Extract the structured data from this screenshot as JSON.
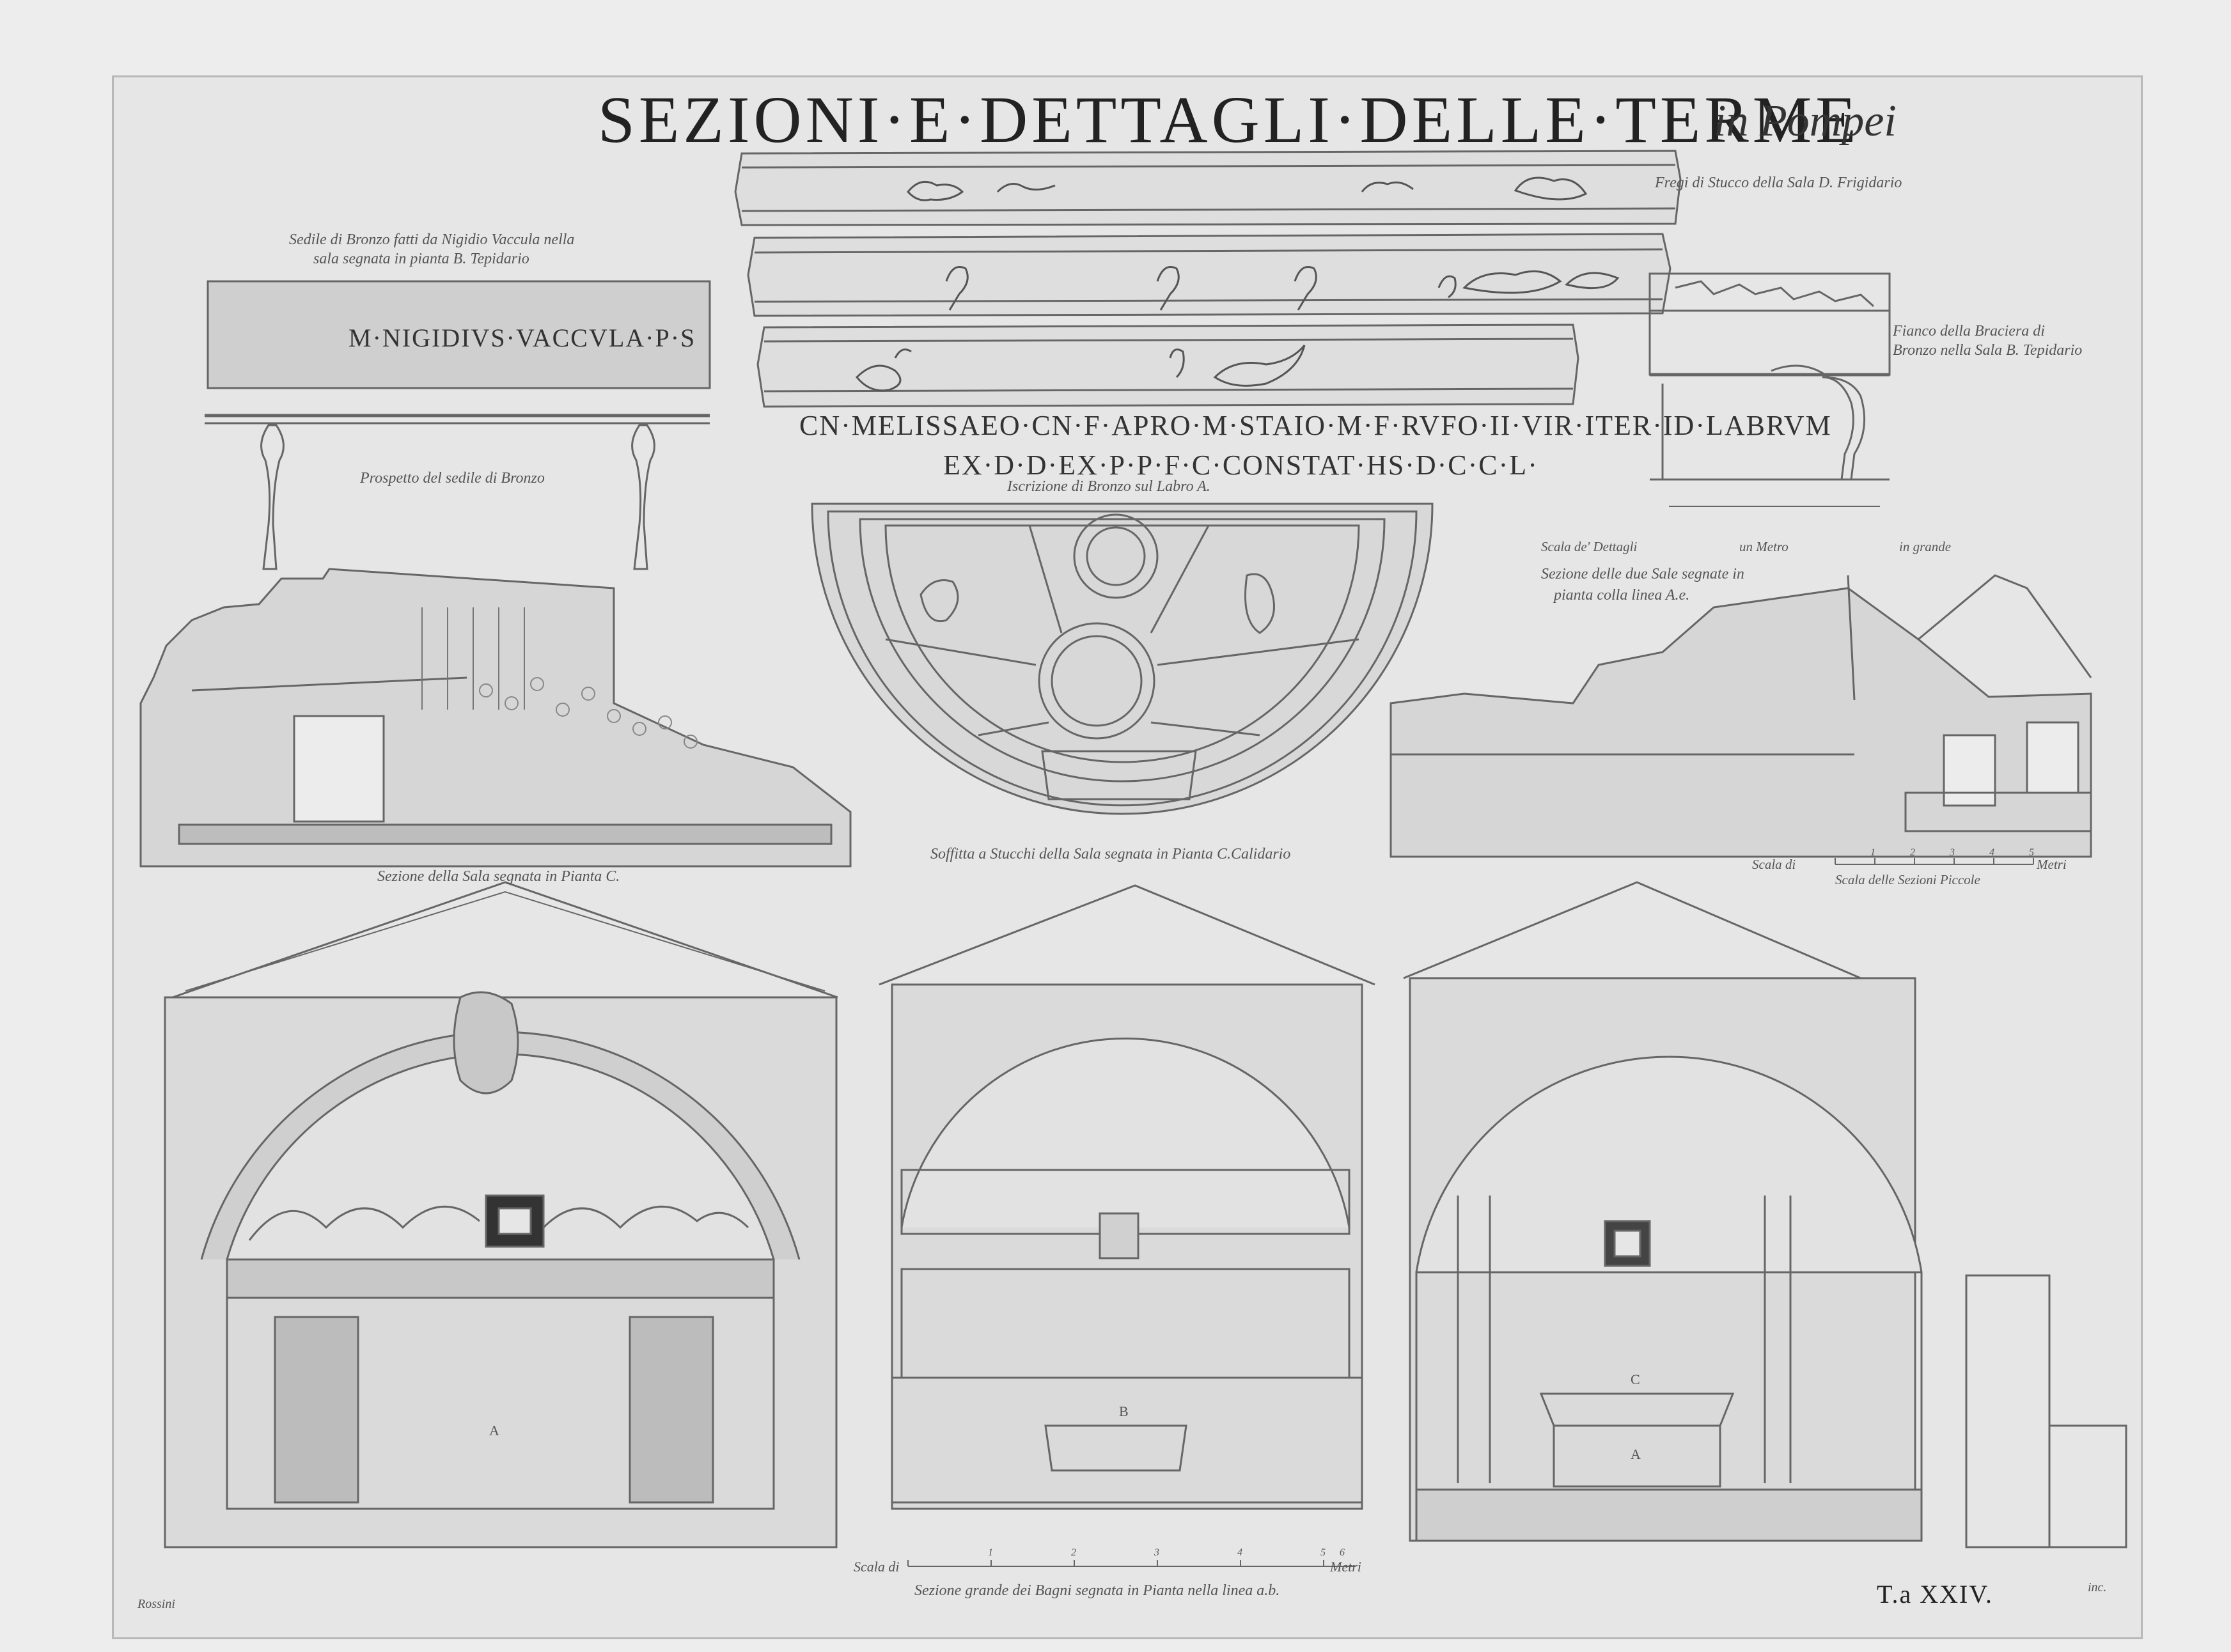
{
  "title": {
    "main": "SEZIONI·E·DETTAGLI·DELLE·TERME",
    "sub": "in Pompei"
  },
  "captions": {
    "frieze": "Fregi di Stucco della Sala D. Frigidario",
    "bench_note_line1": "Sedile di Bronzo fatti da Nigidio Vaccula nella",
    "bench_note_line2": "sala segnata in pianta B. Tepidario",
    "bench_inscription": "M·NIGIDIVS·VACCVLA·P·S",
    "bench_front": "Prospetto del sedile di Bronzo",
    "inscription_line1": "CN·MELISSAEO·CN·F·APRO·M·STAIO·M·F·RVFO·II·VIR·ITER·ID·LABRVM",
    "inscription_line2": "EX·D·D·EX·P·P·F·C·CONSTAT·HS·D·C·C·L·",
    "inscription_note": "Iscrizione di Bronzo sul Labro A.",
    "brazier_side_line1": "Fianco della Braciera di",
    "brazier_side_line2": "Bronzo nella Sala B. Tepidario",
    "detail_scale_left": "Scala de' Dettagli",
    "detail_scale_mid": "un Metro",
    "detail_scale_right": "in grande",
    "two_rooms_line1": "Sezione delle due Sale segnate in",
    "two_rooms_line2": "pianta colla linea A.e.",
    "section_room": "Sezione della Sala segnata in Pianta C.",
    "ceiling": "Soffitta a Stucchi della Sala segnata in Pianta C.Calidario",
    "small_scale_label": "Scala di",
    "small_scale_unit": "Metri",
    "small_scale_caption": "Scala delle Sezioni Piccole",
    "big_scale_label": "Scala di",
    "big_scale_unit": "Metri",
    "big_section": "Sezione grande dei Bagni segnata in Pianta nella linea a.b.",
    "label_a": "A",
    "label_b": "B",
    "label_c": "C",
    "label_a2": "A",
    "signature_left": "Rossini",
    "signature_right": "inc.",
    "plate_number": "T.a XXIV."
  },
  "scale_ticks_small": [
    "1",
    "2",
    "3",
    "4",
    "5"
  ],
  "scale_ticks_big": [
    "1",
    "2",
    "3",
    "4",
    "5",
    "6"
  ]
}
